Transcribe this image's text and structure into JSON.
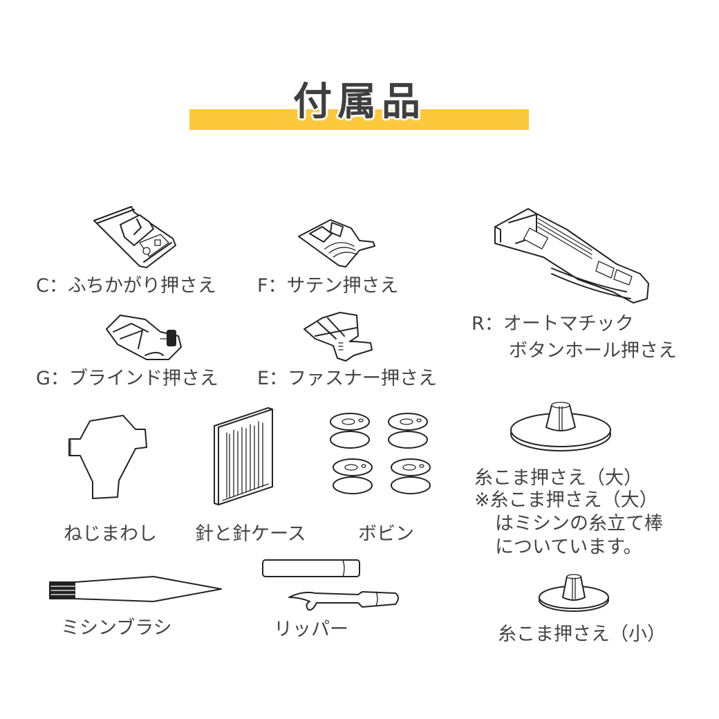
{
  "header": {
    "title": "付属品",
    "accent_color": "#fcc93d",
    "title_color": "#3f3f3f"
  },
  "items": {
    "foot_c": {
      "label": "C：ふちかがり押さえ",
      "icon": "overcasting-foot-icon"
    },
    "foot_f": {
      "label": "F：サテン押さえ",
      "icon": "satin-foot-icon"
    },
    "foot_r": {
      "label_line1": "R：オートマチック",
      "label_line2": "ボタンホール押さえ",
      "icon": "buttonhole-foot-icon"
    },
    "foot_g": {
      "label": "G：ブラインド押さえ",
      "icon": "blind-hem-foot-icon"
    },
    "foot_e": {
      "label": "E：ファスナー押さえ",
      "icon": "zipper-foot-icon"
    },
    "screwdriver": {
      "label": "ねじまわし",
      "icon": "screwdriver-icon"
    },
    "needles": {
      "label": "針と針ケース",
      "icon": "needle-case-icon"
    },
    "bobbins": {
      "label": "ボビン",
      "icon": "bobbin-icon"
    },
    "spool_cap_large": {
      "label": "糸こま押さえ（大）",
      "note_line1": "※糸こま押さえ（大）",
      "note_line2": "はミシンの糸立て棒",
      "note_line3": "についています。",
      "icon": "spool-cap-large-icon"
    },
    "brush": {
      "label": "ミシンブラシ",
      "icon": "brush-icon"
    },
    "ripper": {
      "label": "リッパー",
      "icon": "seam-ripper-icon"
    },
    "spool_cap_small": {
      "label": "糸こま押さえ（小）",
      "icon": "spool-cap-small-icon"
    }
  }
}
